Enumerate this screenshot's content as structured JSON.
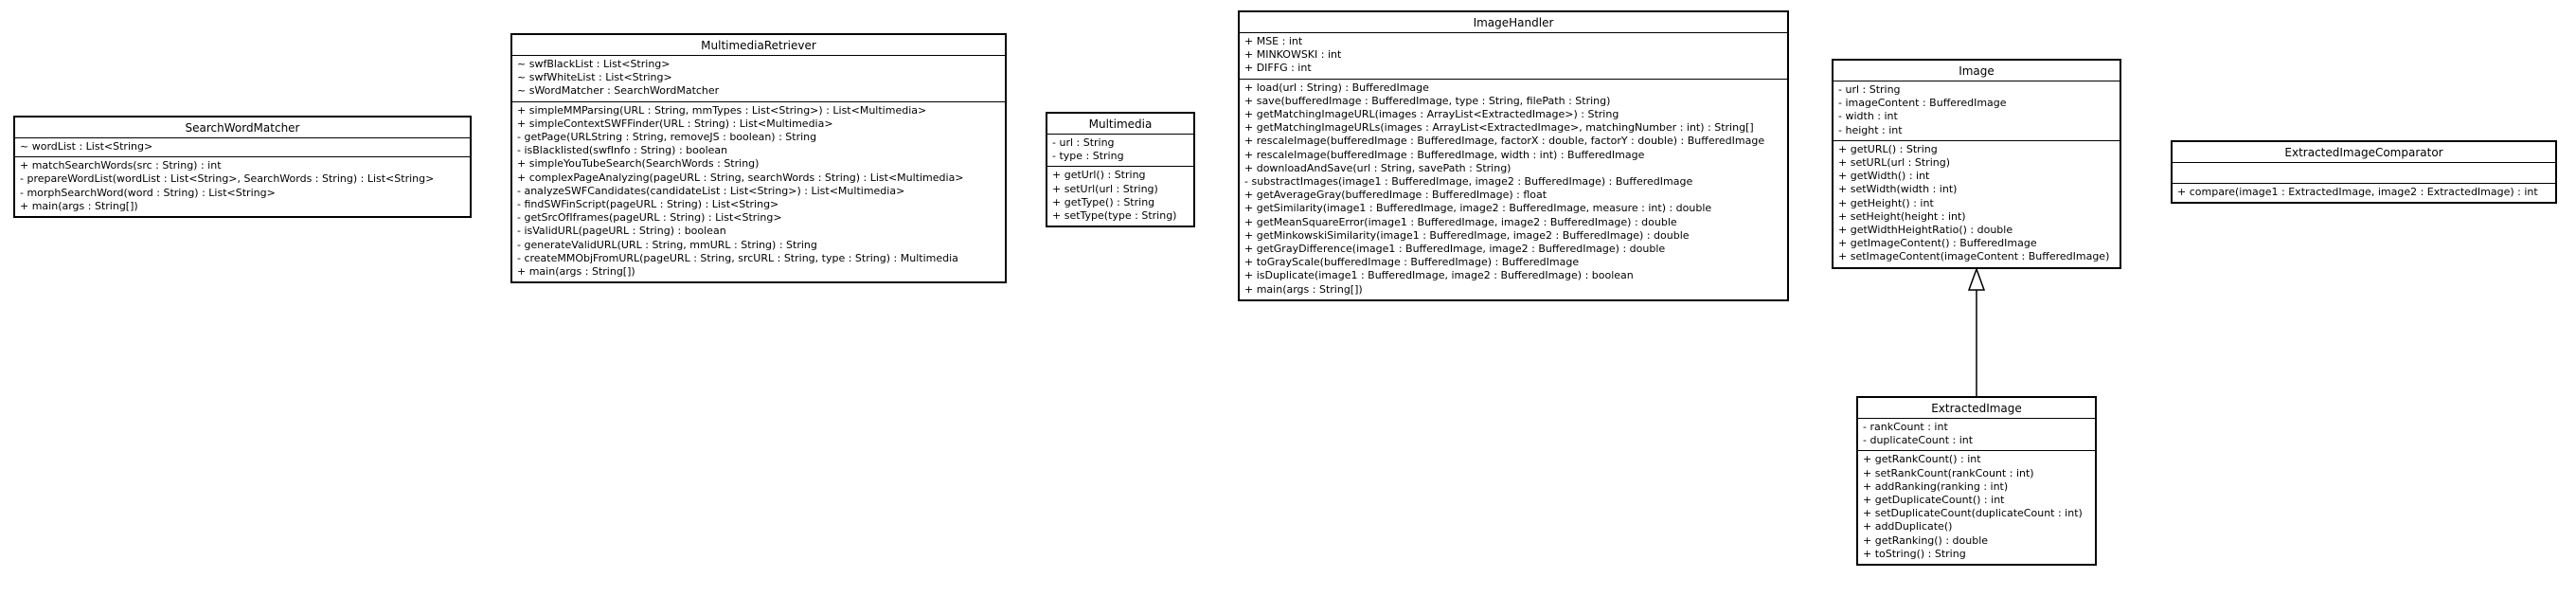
{
  "classes": {
    "searchWordMatcher": {
      "name": "SearchWordMatcher",
      "attributes": [
        "~ wordList : List<String>"
      ],
      "operations": [
        "+ matchSearchWords(src : String) : int",
        "- prepareWordList(wordList : List<String>, SearchWords : String) : List<String>",
        "- morphSearchWord(word : String) : List<String>",
        "+ main(args : String[])"
      ]
    },
    "multimediaRetriever": {
      "name": "MultimediaRetriever",
      "attributes": [
        "~ swfBlackList : List<String>",
        "~ swfWhiteList : List<String>",
        "~ sWordMatcher : SearchWordMatcher"
      ],
      "operations": [
        "+ simpleMMParsing(URL : String, mmTypes : List<String>) : List<Multimedia>",
        "+ simpleContextSWFFinder(URL : String) : List<Multimedia>",
        "- getPage(URLString : String, removeJS : boolean) : String",
        "- isBlacklisted(swfInfo : String) : boolean",
        "+ simpleYouTubeSearch(SearchWords : String)",
        "+ complexPageAnalyzing(pageURL : String, searchWords : String) : List<Multimedia>",
        "- analyzeSWFCandidates(candidateList : List<String>) : List<Multimedia>",
        "- findSWFinScript(pageURL : String) : List<String>",
        "- getSrcOfIframes(pageURL : String) : List<String>",
        "- isValidURL(pageURL : String) : boolean",
        "- generateValidURL(URL : String, mmURL : String) : String",
        "- createMMObjFromURL(pageURL : String, srcURL : String, type : String) : Multimedia",
        "+ main(args : String[])"
      ]
    },
    "multimedia": {
      "name": "Multimedia",
      "attributes": [
        "- url : String",
        "- type : String"
      ],
      "operations": [
        "+ getUrl() : String",
        "+ setUrl(url : String)",
        "+ getType() : String",
        "+ setType(type : String)"
      ]
    },
    "imageHandler": {
      "name": "ImageHandler",
      "attributes": [
        "+ MSE : int",
        "+ MINKOWSKI : int",
        "+ DIFFG : int"
      ],
      "operations": [
        "+ load(url : String) : BufferedImage",
        "+ save(bufferedImage : BufferedImage, type : String, filePath : String)",
        "+ getMatchingImageURL(images : ArrayList<ExtractedImage>) : String",
        "+ getMatchingImageURLs(images : ArrayList<ExtractedImage>, matchingNumber : int) : String[]",
        "+ rescaleImage(bufferedImage : BufferedImage, factorX : double, factorY : double) : BufferedImage",
        "+ rescaleImage(bufferedImage : BufferedImage, width : int) : BufferedImage",
        "+ downloadAndSave(url : String, savePath : String)",
        "- substractImages(image1 : BufferedImage, image2 : BufferedImage) : BufferedImage",
        "+ getAverageGray(bufferedImage : BufferedImage) : float",
        "+ getSimilarity(image1 : BufferedImage, image2 : BufferedImage, measure : int) : double",
        "+ getMeanSquareError(image1 : BufferedImage, image2 : BufferedImage) : double",
        "+ getMinkowskiSimilarity(image1 : BufferedImage, image2 : BufferedImage) : double",
        "+ getGrayDifference(image1 : BufferedImage, image2 : BufferedImage) : double",
        "+ toGrayScale(bufferedImage : BufferedImage) : BufferedImage",
        "+ isDuplicate(image1 : BufferedImage, image2 : BufferedImage) : boolean",
        "+ main(args : String[])"
      ]
    },
    "image": {
      "name": "Image",
      "attributes": [
        "- url : String",
        "- imageContent : BufferedImage",
        "- width : int",
        "- height : int"
      ],
      "operations": [
        "+ getURL() : String",
        "+ setURL(url : String)",
        "+ getWidth() : int",
        "+ setWidth(width : int)",
        "+ getHeight() : int",
        "+ setHeight(height : int)",
        "+ getWidthHeightRatio() : double",
        "+ getImageContent() : BufferedImage",
        "+ setImageContent(imageContent : BufferedImage)"
      ]
    },
    "extractedImageComparator": {
      "name": "ExtractedImageComparator",
      "attributes": [],
      "operations": [
        "+ compare(image1 : ExtractedImage, image2 : ExtractedImage) : int"
      ]
    },
    "extractedImage": {
      "name": "ExtractedImage",
      "attributes": [
        "- rankCount : int",
        "- duplicateCount : int"
      ],
      "operations": [
        "+ getRankCount() : int",
        "+ setRankCount(rankCount : int)",
        "+ addRanking(ranking : int)",
        "+ getDuplicateCount() : int",
        "+ setDuplicateCount(duplicateCount : int)",
        "+ addDuplicate()",
        "+ getRanking() : double",
        "+ toString() : String"
      ]
    }
  },
  "relationships": [
    {
      "type": "generalization",
      "from": "ExtractedImage",
      "to": "Image"
    }
  ]
}
